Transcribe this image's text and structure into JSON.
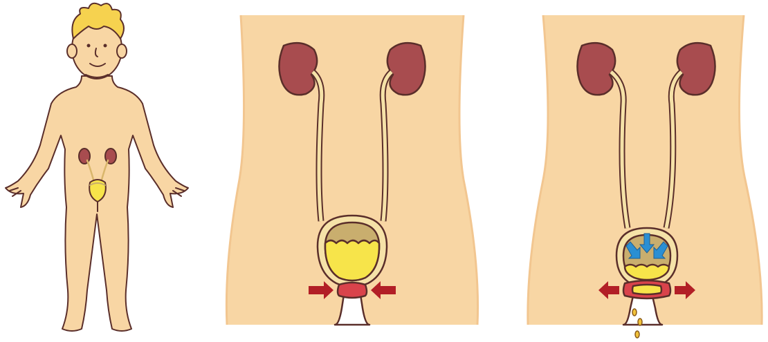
{
  "colors": {
    "skin": "#F8D6A4",
    "skin_shade": "#F2C690",
    "outline": "#5A2E2A",
    "kidney": "#A84C4F",
    "kidney_light": "#C26467",
    "ureter_fill": "#F5E2A8",
    "urine": "#F7E44A",
    "urine_foam": "#D7C063",
    "bladder_top": "#C9AE6E",
    "sphincter": "#D9434B",
    "arrow_red": "#B21F26",
    "arrow_blue": "#2A8FD3",
    "hair": "#F6D24F"
  },
  "panels": [
    {
      "id": "boy",
      "depicts": "full-body-child-with-urinary-system"
    },
    {
      "id": "closed",
      "sphincter_state": "closed",
      "arrows": "inward"
    },
    {
      "id": "open",
      "sphincter_state": "open",
      "arrows": "outward",
      "bladder_squeeze": true
    }
  ]
}
